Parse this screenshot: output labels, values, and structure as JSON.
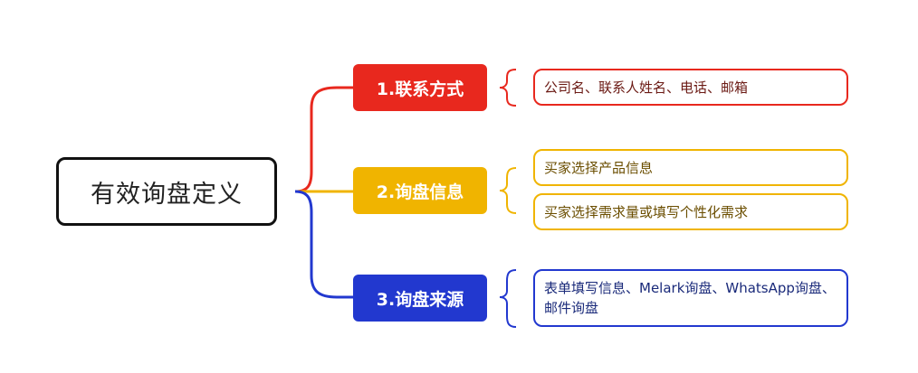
{
  "root": {
    "label": "有效询盘定义"
  },
  "colors": {
    "root_border": "#111111",
    "branch1": "#e8281e",
    "branch2": "#f0b400",
    "branch3": "#2238cf",
    "leaf1_text": "#6b1a14",
    "leaf2_text": "#6b4e00",
    "leaf3_text": "#1a2a7a"
  },
  "branches": [
    {
      "label": "1.联系方式",
      "leaves": [
        "公司名、联系人姓名、电话、邮箱"
      ]
    },
    {
      "label": "2.询盘信息",
      "leaves": [
        "买家选择产品信息",
        "买家选择需求量或填写个性化需求"
      ]
    },
    {
      "label": "3.询盘来源",
      "leaves": [
        "表单填写信息、Melark询盘、WhatsApp询盘、邮件询盘"
      ]
    }
  ]
}
